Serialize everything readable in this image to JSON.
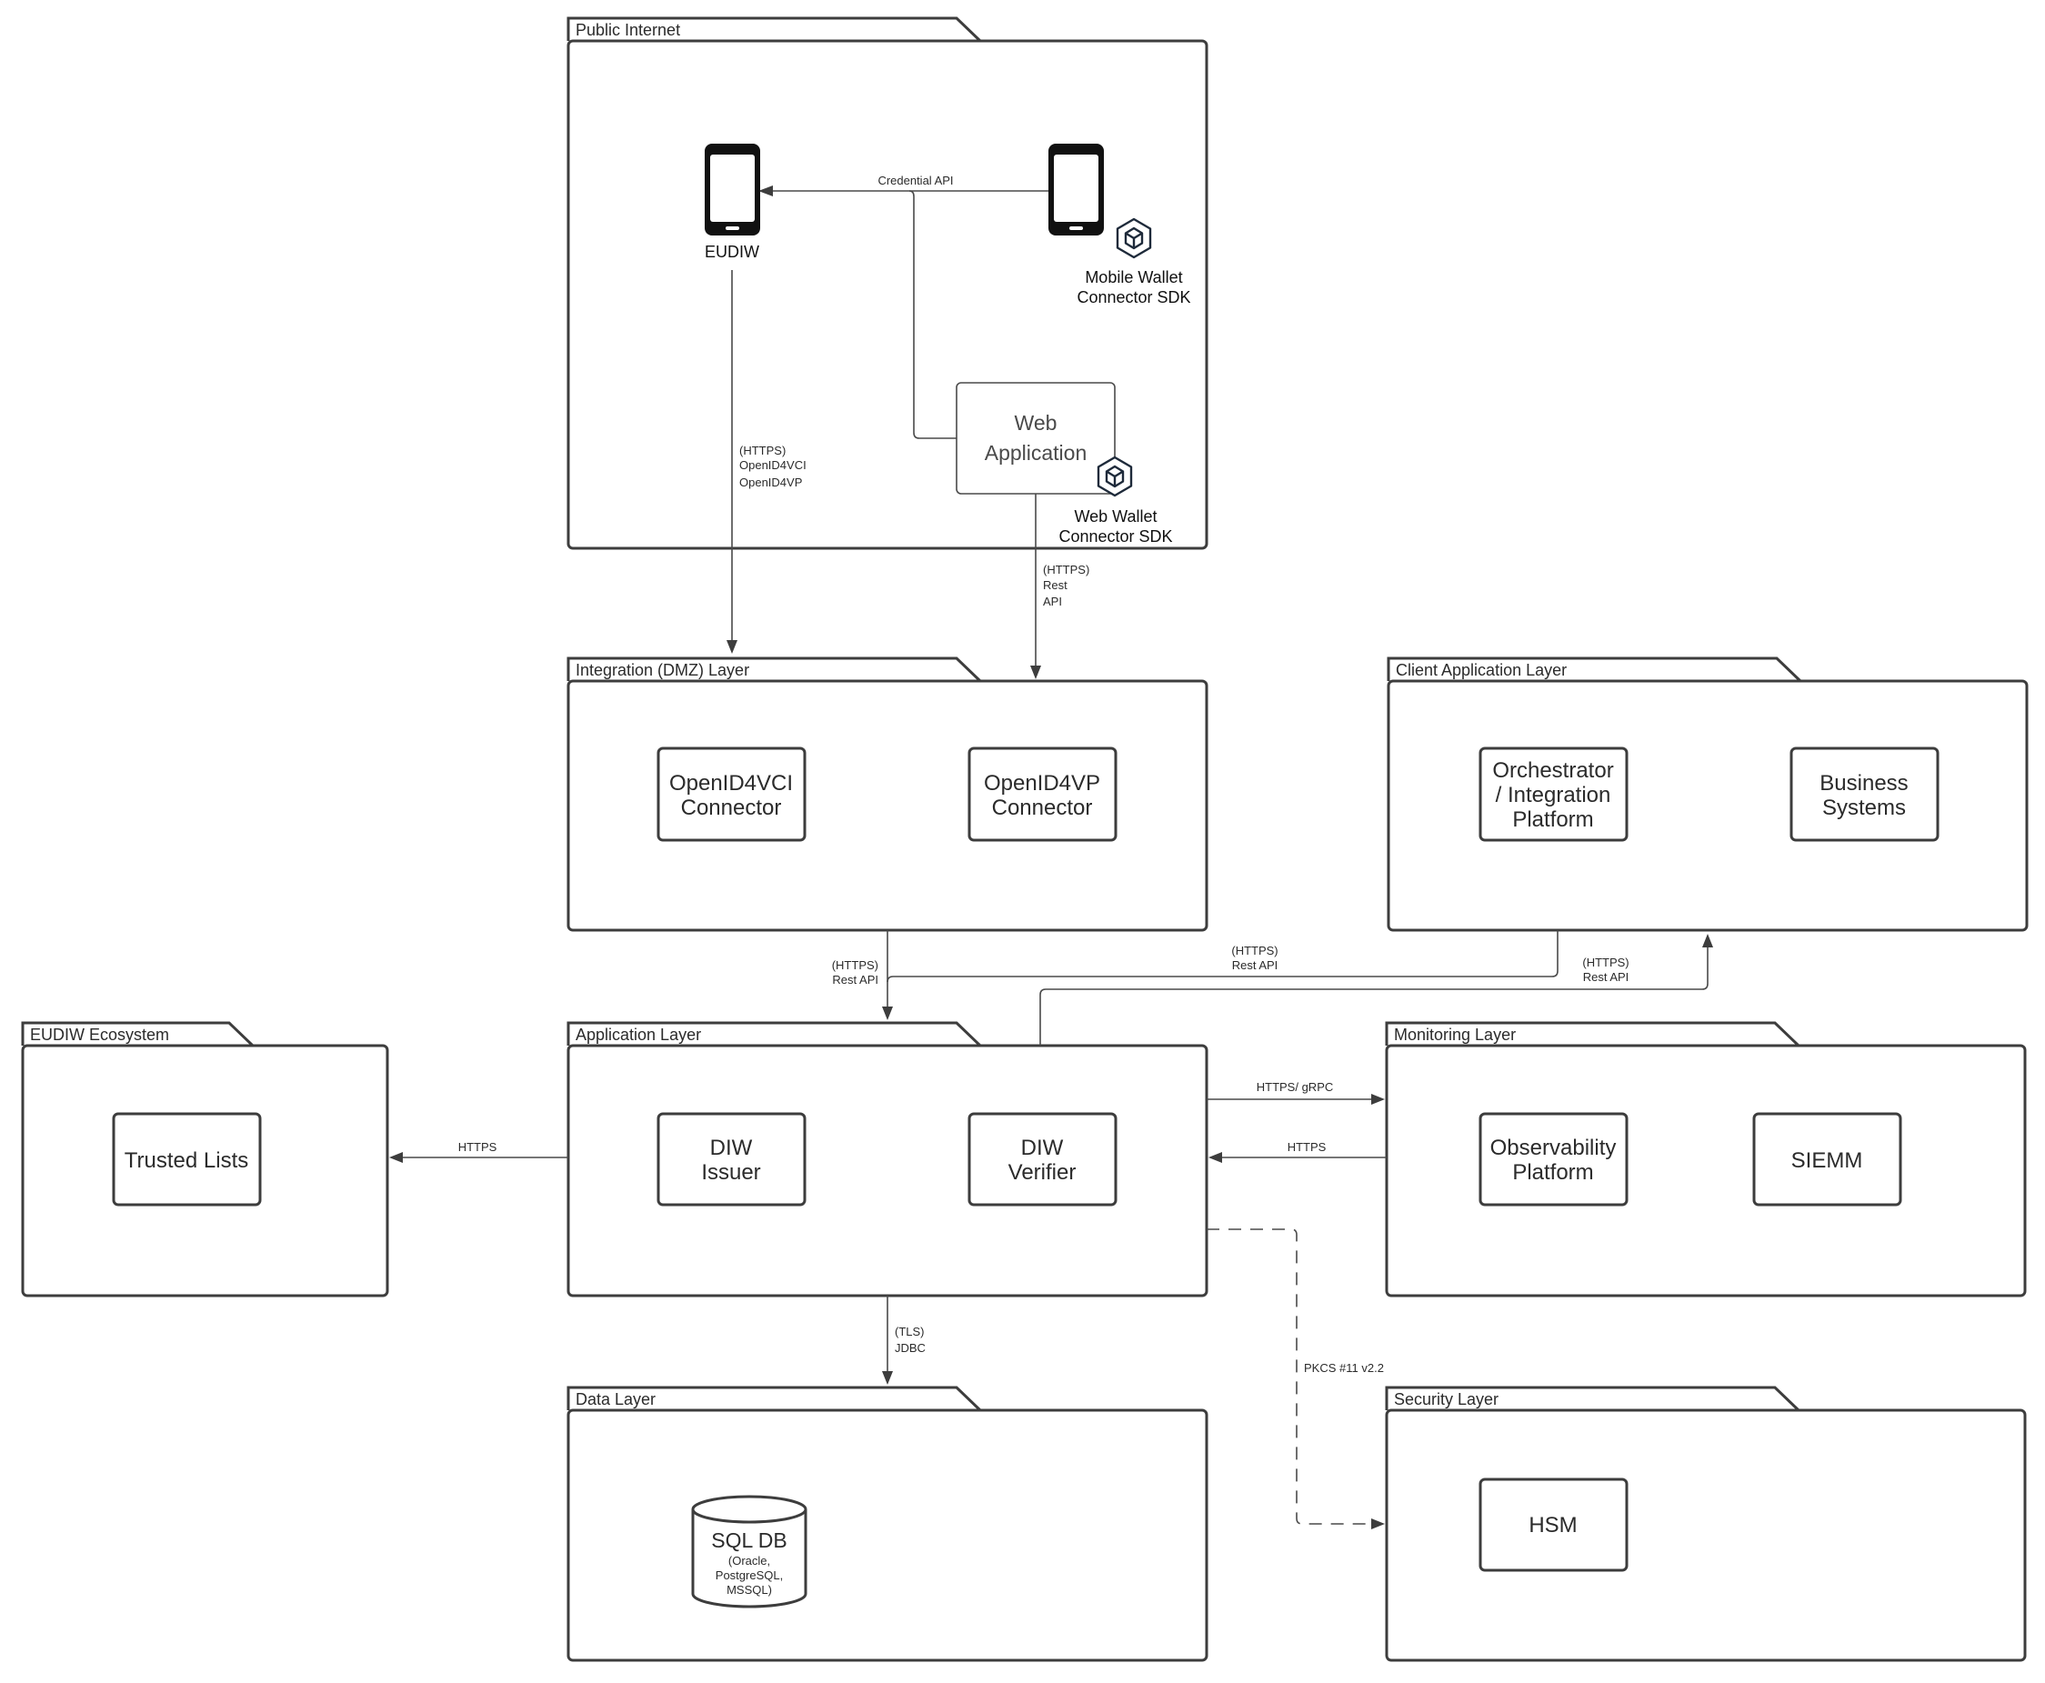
{
  "packages": {
    "public_internet": {
      "title": "Public Internet"
    },
    "integration": {
      "title": "Integration (DMZ) Layer"
    },
    "client_app": {
      "title": "Client Application  Layer"
    },
    "ecosystem": {
      "title": "EUDIW Ecosystem"
    },
    "application": {
      "title": "Application  Layer"
    },
    "monitoring": {
      "title": "Monitoring Layer"
    },
    "data": {
      "title": "Data Layer"
    },
    "security": {
      "title": "Security Layer"
    }
  },
  "nodes": {
    "eudiw": {
      "label": "EUDIW",
      "icon": "smartphone-icon"
    },
    "mobile_phone": {
      "icon": "smartphone-icon"
    },
    "mobile_sdk": {
      "lines": [
        "Mobile Wallet",
        "Connector SDK"
      ],
      "icon": "package-cube-icon"
    },
    "web_app": {
      "lines": [
        "Web",
        "Application"
      ]
    },
    "web_sdk": {
      "lines": [
        "Web Wallet",
        "Connector SDK"
      ],
      "icon": "package-cube-icon"
    }
  },
  "components": {
    "openid4vci": {
      "lines": [
        "OpenID4VCI",
        "Connector"
      ]
    },
    "openid4vp": {
      "lines": [
        "OpenID4VP",
        "Connector"
      ]
    },
    "orchestrator": {
      "lines": [
        "Orchestrator",
        "/ Integration",
        "Platform"
      ]
    },
    "business": {
      "lines": [
        "Business",
        "Systems"
      ]
    },
    "trusted_lists": {
      "lines": [
        "Trusted Lists"
      ]
    },
    "diw_issuer": {
      "lines": [
        "DIW",
        "Issuer"
      ]
    },
    "diw_verifier": {
      "lines": [
        "DIW",
        "Verifier"
      ]
    },
    "observability": {
      "lines": [
        "Observability",
        "Platform"
      ]
    },
    "siemm": {
      "lines": [
        "SIEMM"
      ]
    },
    "hsm": {
      "lines": [
        "HSM"
      ]
    }
  },
  "database": {
    "title": "SQL DB",
    "detail_lines": [
      "(Oracle,",
      "PostgreSQL,",
      "MSSQL)"
    ]
  },
  "edges": {
    "credential_api": {
      "lines": [
        "Credential API"
      ]
    },
    "eudiw_to_dmz": {
      "lines": [
        "(HTTPS)",
        "OpenID4VCI",
        "OpenID4VP"
      ]
    },
    "web_to_dmz": {
      "lines": [
        "(HTTPS)",
        "Rest",
        "API"
      ]
    },
    "dmz_to_app": {
      "lines": [
        "(HTTPS)",
        "Rest API"
      ]
    },
    "client_to_app": {
      "lines": [
        "(HTTPS)",
        "Rest API"
      ]
    },
    "app_to_client": {
      "lines": [
        "(HTTPS)",
        "Rest API"
      ]
    },
    "app_to_ecosystem": {
      "lines": [
        "HTTPS"
      ]
    },
    "app_to_monitoring": {
      "lines": [
        "HTTPS/ gRPC"
      ]
    },
    "monitoring_to_app": {
      "lines": [
        "HTTPS"
      ]
    },
    "app_to_data": {
      "lines": [
        "(TLS)",
        "JDBC"
      ]
    },
    "app_to_security": {
      "lines": [
        "PKCS #11 v2.2"
      ]
    }
  }
}
